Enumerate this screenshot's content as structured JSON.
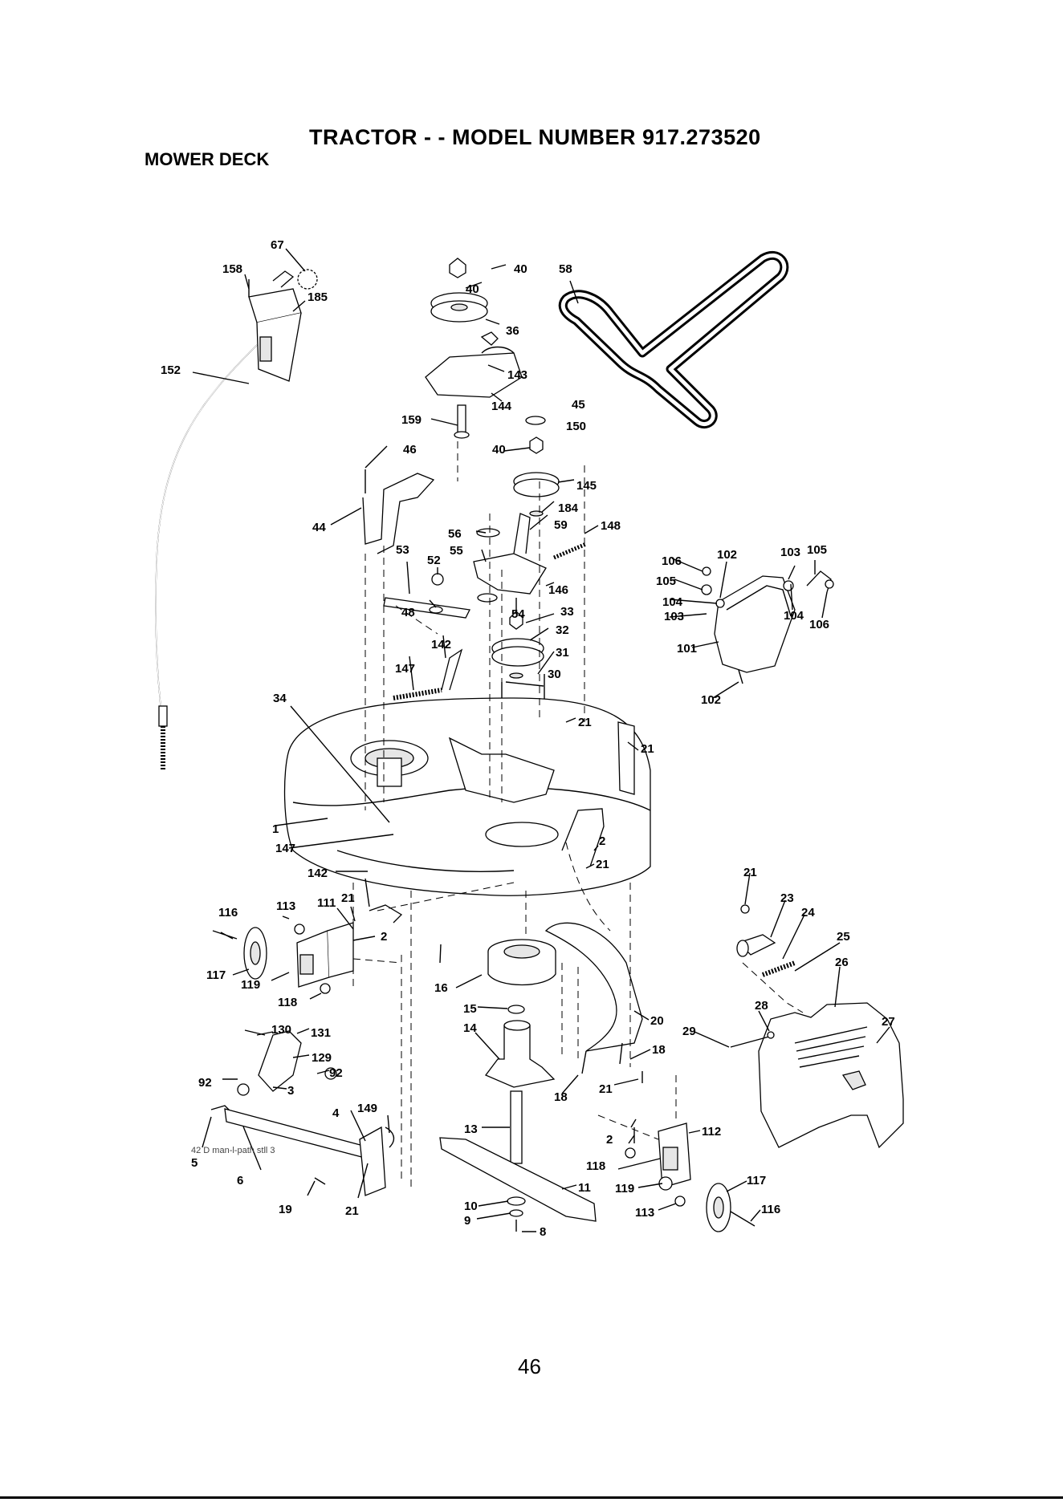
{
  "header": {
    "title": "TRACTOR - - MODEL NUMBER 917.273520",
    "subtitle": "MOWER DECK"
  },
  "figure": {
    "code": "42 D man-l-path stll 3"
  },
  "page_number": "46",
  "callouts": [
    "67",
    "158",
    "185",
    "152",
    "40",
    "36",
    "40",
    "143",
    "144",
    "45",
    "150",
    "159",
    "40",
    "58",
    "46",
    "44",
    "145",
    "184",
    "59",
    "148",
    "56",
    "55",
    "53",
    "52",
    "146",
    "33",
    "48",
    "54",
    "32",
    "147",
    "142",
    "31",
    "30",
    "106",
    "102",
    "103",
    "105",
    "105",
    "104",
    "103",
    "104",
    "106",
    "101",
    "102",
    "34",
    "21",
    "21",
    "1",
    "147",
    "2",
    "21",
    "142",
    "21",
    "116",
    "113",
    "111",
    "2",
    "117",
    "119",
    "118",
    "16",
    "15",
    "14",
    "20",
    "18",
    "18",
    "130",
    "131",
    "129",
    "92",
    "92",
    "3",
    "4",
    "149",
    "5",
    "6",
    "19",
    "21",
    "13",
    "11",
    "10",
    "9",
    "8",
    "21",
    "23",
    "24",
    "25",
    "26",
    "27",
    "28",
    "29",
    "21",
    "2",
    "112",
    "118",
    "119",
    "117",
    "113",
    "116"
  ]
}
